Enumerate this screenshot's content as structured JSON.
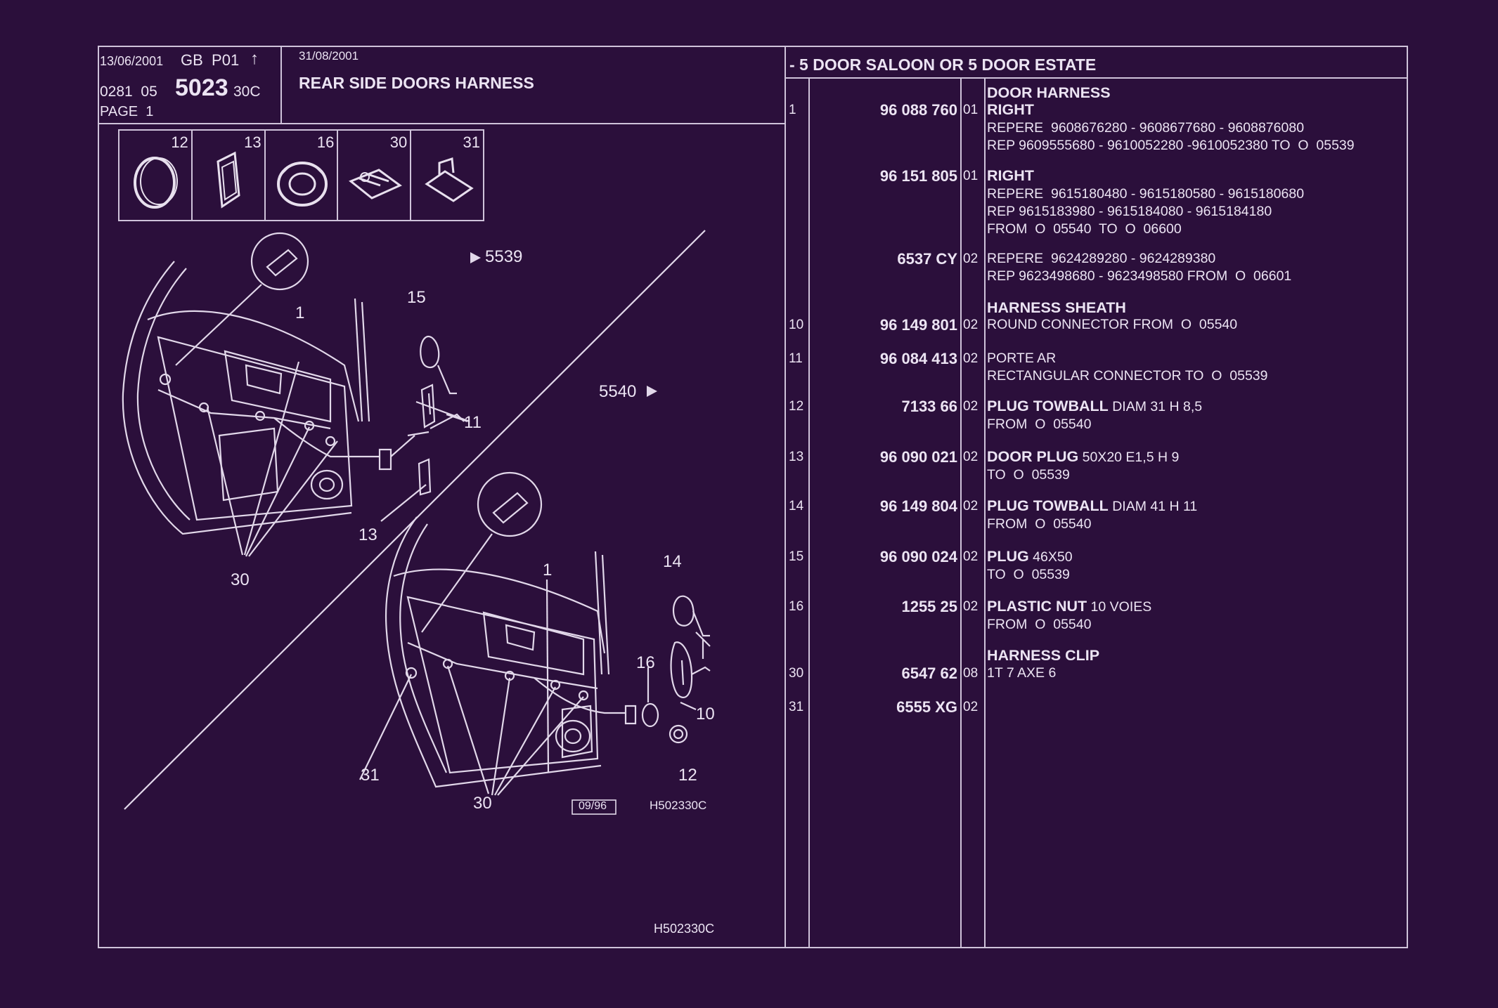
{
  "header": {
    "date": "13/06/2001",
    "lang": "GB",
    "code": "P01",
    "ref": "0281  05",
    "number": "5023",
    "variant": "30C",
    "page": "PAGE  1",
    "date2": "31/08/2001",
    "title": "REAR SIDE DOORS HARNESS",
    "range": "- 5 DOOR SALOON OR  5 DOOR ESTATE"
  },
  "icons": [
    {
      "num": "12",
      "icon": "round-plug-icon"
    },
    {
      "num": "13",
      "icon": "door-plug-icon"
    },
    {
      "num": "16",
      "icon": "plastic-nut-icon"
    },
    {
      "num": "30",
      "icon": "harness-clip-icon"
    },
    {
      "num": "31",
      "icon": "clip-icon"
    }
  ],
  "diagram": {
    "arrow_top": "5539",
    "arrow_bottom": "5540",
    "labels_upper": [
      "15",
      "1",
      "11",
      "13",
      "30"
    ],
    "labels_lower": [
      "14",
      "1",
      "16",
      "10",
      "12",
      "31",
      "30"
    ],
    "date_box": "09/96",
    "ref_mid": "H502330C",
    "ref_bottom": "H502330C"
  },
  "rows": [
    {
      "item": "",
      "part": "",
      "qty": "",
      "lines": [
        {
          "bold": "DOOR HARNESS",
          "text": ""
        }
      ]
    },
    {
      "item": "1",
      "part": "96 088 760",
      "qty": "01",
      "lines": [
        {
          "bold": "RIGHT",
          "text": ""
        },
        {
          "bold": "",
          "text": "REPERE  9608676280 - 9608677680 - 9608876080"
        },
        {
          "bold": "",
          "text": "REP 9609555680 - 9610052280 -9610052380 TO  O  05539"
        }
      ]
    },
    {
      "item": "",
      "part": "96 151 805",
      "qty": "01",
      "lines": [
        {
          "bold": "RIGHT",
          "text": ""
        },
        {
          "bold": "",
          "text": "REPERE  9615180480 - 9615180580 - 9615180680"
        },
        {
          "bold": "",
          "text": "REP 9615183980 - 9615184080 - 9615184180"
        },
        {
          "bold": "",
          "text": "FROM  O  05540  TO  O  06600"
        }
      ]
    },
    {
      "item": "",
      "part": "6537 CY",
      "qty": "02",
      "lines": [
        {
          "bold": "",
          "text": "REPERE  9624289280 - 9624289380"
        },
        {
          "bold": "",
          "text": "REP 9623498680 - 9623498580 FROM  O  06601"
        }
      ]
    },
    {
      "item": "",
      "part": "",
      "qty": "",
      "lines": [
        {
          "bold": "HARNESS SHEATH",
          "text": ""
        }
      ]
    },
    {
      "item": "10",
      "part": "96 149 801",
      "qty": "02",
      "lines": [
        {
          "bold": "",
          "text": "ROUND CONNECTOR FROM  O  05540"
        }
      ]
    },
    {
      "item": "11",
      "part": "96 084 413",
      "qty": "02",
      "lines": [
        {
          "bold": "",
          "text": "PORTE AR"
        },
        {
          "bold": "",
          "text": "RECTANGULAR CONNECTOR TO  O  05539"
        }
      ]
    },
    {
      "item": "12",
      "part": "7133 66",
      "qty": "02",
      "lines": [
        {
          "bold": "PLUG TOWBALL",
          "text": " DIAM 31 H 8,5"
        },
        {
          "bold": "",
          "text": "FROM  O  05540"
        }
      ]
    },
    {
      "item": "13",
      "part": "96 090 021",
      "qty": "02",
      "lines": [
        {
          "bold": "DOOR PLUG",
          "text": " 50X20 E1,5 H 9"
        },
        {
          "bold": "",
          "text": "TO  O  05539"
        }
      ]
    },
    {
      "item": "14",
      "part": "96 149 804",
      "qty": "02",
      "lines": [
        {
          "bold": "PLUG TOWBALL",
          "text": " DIAM 41 H 11"
        },
        {
          "bold": "",
          "text": "FROM  O  05540"
        }
      ]
    },
    {
      "item": "15",
      "part": "96 090 024",
      "qty": "02",
      "lines": [
        {
          "bold": "PLUG",
          "text": " 46X50"
        },
        {
          "bold": "",
          "text": "TO  O  05539"
        }
      ]
    },
    {
      "item": "16",
      "part": "1255 25",
      "qty": "02",
      "lines": [
        {
          "bold": "PLASTIC NUT",
          "text": " 10 VOIES"
        },
        {
          "bold": "",
          "text": "FROM  O  05540"
        }
      ]
    },
    {
      "item": "",
      "part": "",
      "qty": "",
      "lines": [
        {
          "bold": "HARNESS CLIP",
          "text": ""
        }
      ]
    },
    {
      "item": "30",
      "part": "6547 62",
      "qty": "08",
      "lines": [
        {
          "bold": "",
          "text": "1T 7 AXE 6"
        }
      ]
    },
    {
      "item": "31",
      "part": "6555 XG",
      "qty": "02",
      "lines": []
    }
  ]
}
